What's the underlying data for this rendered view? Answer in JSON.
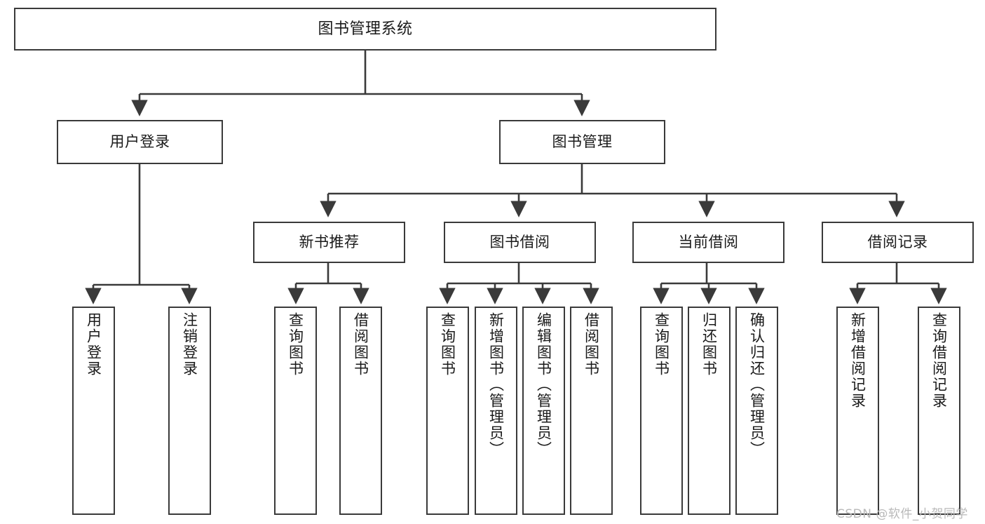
{
  "diagram": {
    "title": "图书管理系统",
    "type": "tree-hierarchy",
    "colors": {
      "box_border": "#3a3a3a",
      "box_fill": "#ffffff",
      "connector": "#3a3a3a",
      "text": "#1a1a1a",
      "background": "#ffffff",
      "watermark": "#b9b9b9"
    },
    "root": {
      "id": "root",
      "label": "图书管理系统"
    },
    "level1": [
      {
        "id": "user-login",
        "label": "用户登录"
      },
      {
        "id": "book-management",
        "label": "图书管理"
      }
    ],
    "level2": [
      {
        "id": "new-book-recommend",
        "label": "新书推荐",
        "parent": "book-management"
      },
      {
        "id": "book-borrow",
        "label": "图书借阅",
        "parent": "book-management"
      },
      {
        "id": "current-borrow",
        "label": "当前借阅",
        "parent": "book-management"
      },
      {
        "id": "borrow-record",
        "label": "借阅记录",
        "parent": "book-management"
      }
    ],
    "leaves": {
      "user_login": [
        {
          "id": "leaf-user-login",
          "label": "用户登录"
        },
        {
          "id": "leaf-logout-login",
          "label": "注销登录"
        }
      ],
      "new_book_recommend": [
        {
          "id": "leaf-query-book-1",
          "label": "查询图书"
        },
        {
          "id": "leaf-borrow-book-1",
          "label": "借阅图书"
        }
      ],
      "book_borrow": [
        {
          "id": "leaf-query-book-2",
          "label": "查询图书"
        },
        {
          "id": "leaf-add-book",
          "label": "新增图书（管理员）"
        },
        {
          "id": "leaf-edit-book",
          "label": "编辑图书（管理员）"
        },
        {
          "id": "leaf-borrow-book-2",
          "label": "借阅图书"
        }
      ],
      "current_borrow": [
        {
          "id": "leaf-query-book-3",
          "label": "查询图书"
        },
        {
          "id": "leaf-return-book",
          "label": "归还图书"
        },
        {
          "id": "leaf-confirm-return",
          "label": "确认归还（管理员）"
        }
      ],
      "borrow_record": [
        {
          "id": "leaf-add-record",
          "label": "新增借阅记录"
        },
        {
          "id": "leaf-query-record",
          "label": "查询借阅记录"
        }
      ]
    },
    "watermark": "CSDN @软件_小贺同学"
  }
}
